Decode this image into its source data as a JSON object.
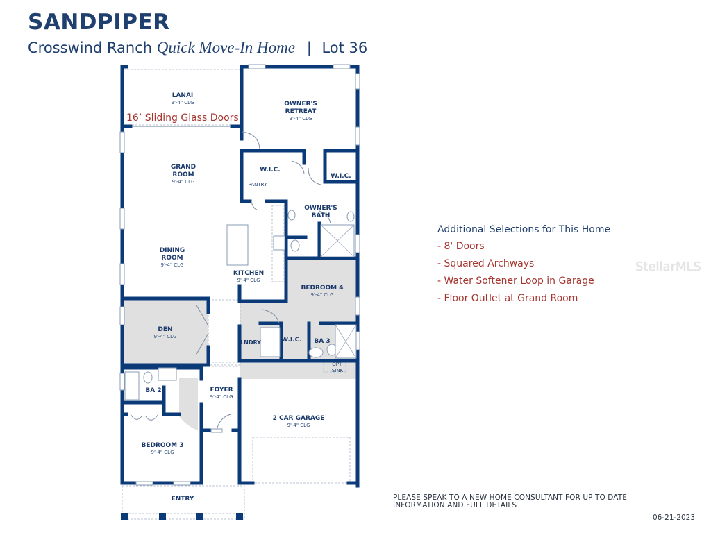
{
  "header": {
    "model_name": "SANDPIPER",
    "community": "Crosswind Ranch",
    "home_type": "Quick Move-In Home",
    "separator": "|",
    "lot": "Lot 36"
  },
  "plan": {
    "callout": "16’ Sliding Glass Doors",
    "rooms": [
      {
        "name": "LANAI",
        "ceiling": "9'-4\" CLG"
      },
      {
        "name": "OWNER'S RETREAT",
        "ceiling": "9'-4\" CLG"
      },
      {
        "name": "GRAND ROOM",
        "ceiling": "9'-4\" CLG"
      },
      {
        "name": "W.I.C.",
        "ceiling": ""
      },
      {
        "name": "W.I.C.",
        "ceiling": ""
      },
      {
        "name": "PANTRY",
        "ceiling": ""
      },
      {
        "name": "OWNER'S BATH",
        "ceiling": ""
      },
      {
        "name": "DINING ROOM",
        "ceiling": "9'-4\" CLG"
      },
      {
        "name": "KITCHEN",
        "ceiling": "9'-4\" CLG"
      },
      {
        "name": "BEDROOM 4",
        "ceiling": "9'-4\" CLG"
      },
      {
        "name": "DEN",
        "ceiling": "9'-4\" CLG"
      },
      {
        "name": "LNDRY",
        "ceiling": ""
      },
      {
        "name": "W.I.C.",
        "ceiling": ""
      },
      {
        "name": "BA 3",
        "ceiling": ""
      },
      {
        "name": "OPT. SINK",
        "ceiling": ""
      },
      {
        "name": "BA 2",
        "ceiling": ""
      },
      {
        "name": "FOYER",
        "ceiling": "9'-4\" CLG"
      },
      {
        "name": "2 CAR GARAGE",
        "ceiling": "9'-4\" CLG"
      },
      {
        "name": "BEDROOM 3",
        "ceiling": "9'-4\" CLG"
      },
      {
        "name": "ENTRY",
        "ceiling": ""
      }
    ]
  },
  "selections": {
    "heading": "Additional Selections for This Home",
    "items": [
      "- 8' Doors",
      "- Squared Archways",
      "- Water Softener Loop in Garage",
      "- Floor Outlet at Grand Room"
    ]
  },
  "watermark": "StellarMLS",
  "footer": {
    "note_line1": "PLEASE SPEAK TO A NEW HOME CONSULTANT FOR UP TO DATE",
    "note_line2": "INFORMATION AND FULL DETAILS",
    "date": "06-21-2023"
  },
  "colors": {
    "wall": "#0b3a78",
    "title": "#1f3f6e",
    "accent_red": "#a5352f",
    "shaded_room": "#e0e0e0"
  }
}
